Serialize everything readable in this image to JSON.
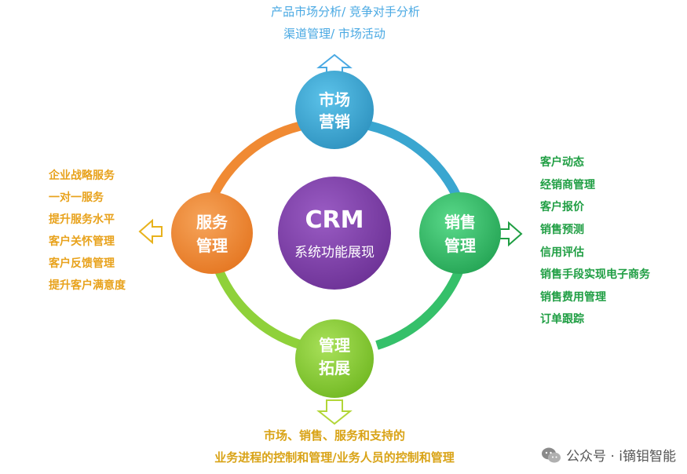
{
  "center": {
    "title": "CRM",
    "subtitle": "系统功能展现"
  },
  "nodes": {
    "market": {
      "line1": "市场",
      "line2": "营销"
    },
    "sales": {
      "line1": "销售",
      "line2": "管理"
    },
    "expand": {
      "line1": "管理",
      "line2": "拓展"
    },
    "service": {
      "line1": "服务",
      "line2": "管理"
    }
  },
  "top_text": [
    "产品市场分析/ 竞争对手分析",
    "渠道管理/ 市场活动"
  ],
  "left_text": [
    "企业战略服务",
    "一对一服务",
    "提升服务水平",
    "客户关怀管理",
    "客户反馈管理",
    "提升客户满意度"
  ],
  "right_text": [
    "客户动态",
    "经销商管理",
    "客户报价",
    "销售预测",
    "信用评估",
    "销售手段实现电子商务",
    "销售费用管理",
    "订单跟踪"
  ],
  "bottom_text": [
    "市场、销售、服务和支持的",
    "业务进程的控制和管理/业务人员的控制和管理"
  ],
  "watermark": {
    "text": "公众号 · i镝钼智能"
  },
  "colors": {
    "market": "#3aa6d0",
    "sales": "#35c06a",
    "expand": "#8fd13a",
    "service": "#f08a33",
    "center": "#7b3fa3",
    "arc_top_right": "#3aa6d0",
    "arc_bottom_right": "#35c06a",
    "arc_bottom_left": "#8fd13a",
    "arc_top_left": "#f08a33"
  }
}
